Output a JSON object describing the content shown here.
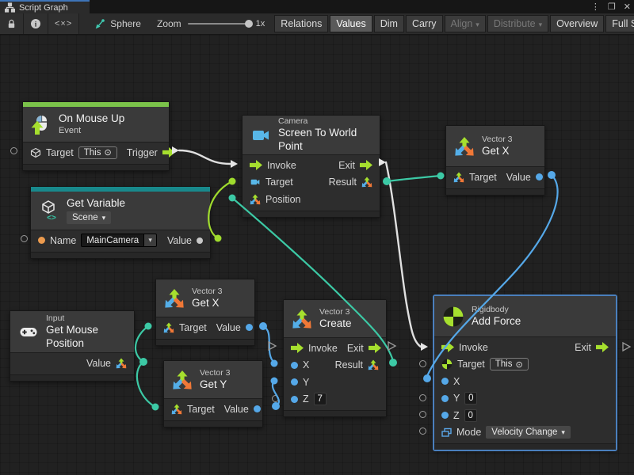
{
  "window": {
    "tab": "Script Graph"
  },
  "icons": {
    "kebab": "⋮",
    "maximize": "❐",
    "close": "✕",
    "dropdown": "▾",
    "target_dot": "⊙",
    "code_toggle": "<×>",
    "info": "i"
  },
  "toolbar": {
    "object_name": "Sphere",
    "zoom_label": "Zoom",
    "zoom_value": "1x",
    "buttons": [
      {
        "label": "Relations",
        "state": "normal"
      },
      {
        "label": "Values",
        "state": "active"
      },
      {
        "label": "Dim",
        "state": "normal"
      },
      {
        "label": "Carry",
        "state": "normal"
      },
      {
        "label": "Align",
        "state": "disabled",
        "dropdown": true
      },
      {
        "label": "Distribute",
        "state": "disabled",
        "dropdown": true
      },
      {
        "label": "Overview",
        "state": "normal"
      },
      {
        "label": "Full Screen",
        "state": "normal"
      }
    ]
  },
  "nodes": {
    "on_mouse_up": {
      "title": "On Mouse Up",
      "subtitle": "Event",
      "target_label": "Target",
      "target_value": "This",
      "trigger_label": "Trigger"
    },
    "get_variable": {
      "title": "Get Variable",
      "scope": "Scene",
      "name_label": "Name",
      "name_value": "MainCamera",
      "value_label": "Value"
    },
    "camera": {
      "category": "Camera",
      "title": "Screen To World Point",
      "invoke": "Invoke",
      "exit": "Exit",
      "target": "Target",
      "result": "Result",
      "position": "Position"
    },
    "get_x_top": {
      "category": "Vector 3",
      "title": "Get X",
      "target": "Target",
      "value": "Value"
    },
    "get_x_mid": {
      "category": "Vector 3",
      "title": "Get X",
      "target": "Target",
      "value": "Value"
    },
    "get_y": {
      "category": "Vector 3",
      "title": "Get Y",
      "target": "Target",
      "value": "Value"
    },
    "input": {
      "category": "Input",
      "title": "Get Mouse Position",
      "value": "Value"
    },
    "create": {
      "category": "Vector 3",
      "title": "Create",
      "invoke": "Invoke",
      "exit": "Exit",
      "x": "X",
      "result": "Result",
      "y": "Y",
      "z": "Z",
      "z_value": "7"
    },
    "add_force": {
      "category": "Rigidbody",
      "title": "Add Force",
      "invoke": "Invoke",
      "exit": "Exit",
      "target": "Target",
      "target_value": "This",
      "x": "X",
      "y": "Y",
      "y_value": "0",
      "z": "Z",
      "z_value": "0",
      "mode_label": "Mode",
      "mode_value": "Velocity Change"
    }
  },
  "colors": {
    "accent_blue": "#4a7fbd",
    "strip_green": "#7bc24a",
    "strip_teal": "#18898c",
    "wire_white": "#e0e0e0",
    "wire_lime": "#9fdb2d",
    "wire_teal": "#3cc9a5",
    "wire_blue": "#55a8e8",
    "port_orange": "#ec9b4e",
    "flow_lime": "#a6df2e"
  }
}
